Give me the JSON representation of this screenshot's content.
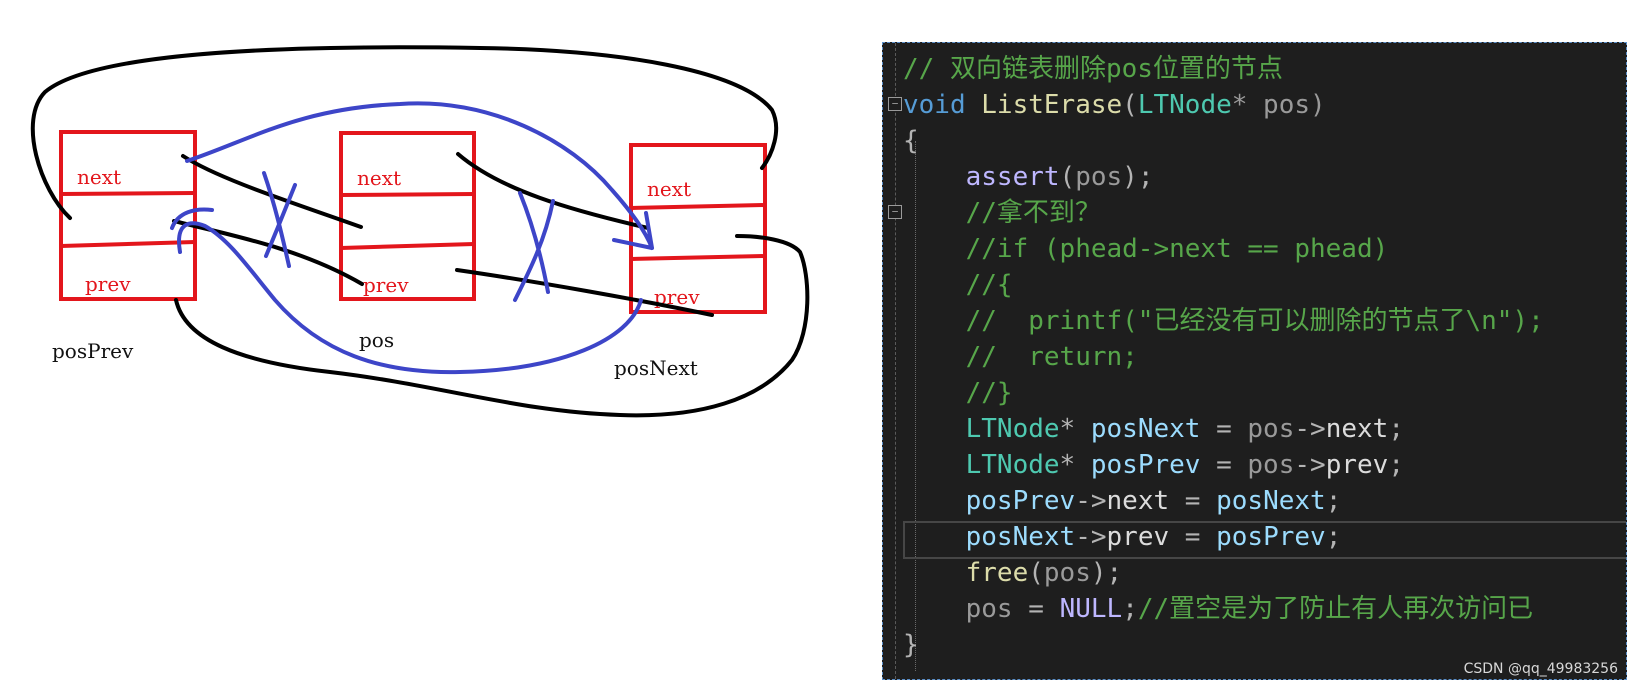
{
  "diagram": {
    "nodes": [
      {
        "name": "posPrev",
        "next_label": "next",
        "prev_label": "prev"
      },
      {
        "name": "pos",
        "next_label": "next",
        "prev_label": "prev"
      },
      {
        "name": "posNext",
        "next_label": "next",
        "prev_label": "prev"
      }
    ],
    "colors": {
      "node": "#e3161c",
      "old_links": "#000000",
      "new_links": "#3d45c8"
    }
  },
  "code": {
    "comment_title": "// 双向链表删除pos位置的节点",
    "func_void": "void",
    "func_name": "ListErase",
    "func_param_type": "LTNode",
    "func_param_rest": "* pos)",
    "open_brace": "{",
    "assert_fn": "assert",
    "assert_arg": "pos",
    "assert_end": ");",
    "c1": "//拿不到？",
    "c2": "//if (phead->next == phead)",
    "c3": "//{",
    "c4": "//  printf(\"已经没有可以删除的节点了\\n\");",
    "c5": "//  return;",
    "c6": "//}",
    "l1_type": "LTNode",
    "l1_var": "posNext",
    "l1_pos": "pos",
    "l1_member": "next",
    "l2_type": "LTNode",
    "l2_var": "posPrev",
    "l2_pos": "pos",
    "l2_member": "prev",
    "l3_var": "posPrev",
    "l3_member": "next",
    "l3_val": "posNext",
    "l4_var": "posNext",
    "l4_member": "prev",
    "l4_val": "posPrev",
    "free_fn": "free",
    "free_arg": "pos",
    "null_var": "pos",
    "null_val": "NULL",
    "null_comment": "//置空是为了防止有人再次访问已",
    "close_brace": "}"
  },
  "watermark": "CSDN @qq_49983256"
}
